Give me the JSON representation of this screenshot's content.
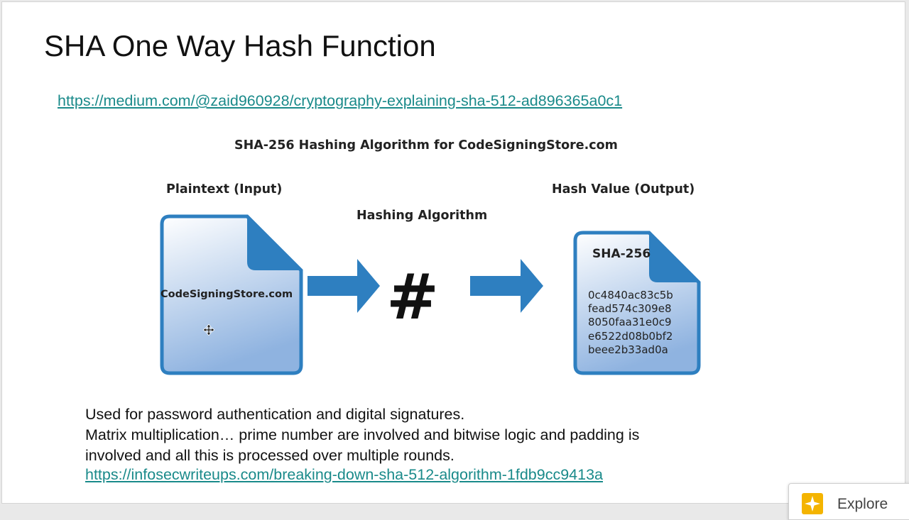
{
  "slide": {
    "title": "SHA One Way Hash Function",
    "link_top": "https://medium.com/@zaid960928/cryptography-explaining-sha-512-ad896365a0c1",
    "lines": [
      "Used for password authentication and digital signatures.",
      "Matrix multiplication… prime number are involved and bitwise logic and padding is",
      "involved and all this is processed over multiple rounds."
    ],
    "link_bottom": "https://infosecwriteups.com/breaking-down-sha-512-algorithm-1fdb9cc9413a"
  },
  "diagram": {
    "heading": "SHA-256 Hashing Algorithm for CodeSigningStore.com",
    "input_label": "Plaintext (Input)",
    "algorithm_label": "Hashing Algorithm",
    "output_label": "Hash Value (Output)",
    "input_doc_text": "CodeSigningStore.com",
    "hash_symbol": "#",
    "output_doc_title": "SHA-256",
    "hash_lines": [
      "0c4840ac83c5b",
      "fead574c309e8",
      "8050faa31e0c9",
      "e6522d08b0bf2",
      "beee2b33ad0a"
    ],
    "accent_color": "#2e7fc0"
  },
  "explore": {
    "label": "Explore",
    "icon": "explore-star-icon",
    "color": "#f4b400"
  },
  "cursor_icon": "move-cursor-icon"
}
